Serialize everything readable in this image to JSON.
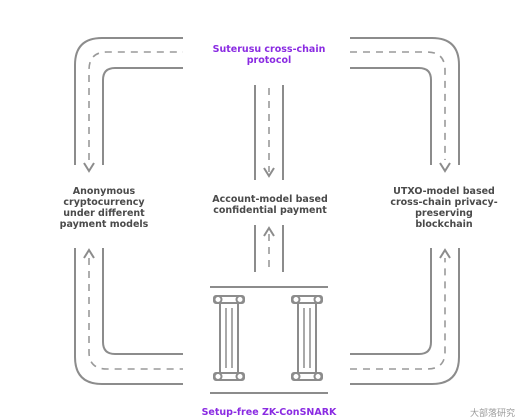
{
  "nodes": {
    "top": "Suterusu cross-chain protocol",
    "left": "Anonymous cryptocurrency under different payment models",
    "center": "Account-model based confidential payment",
    "right": "UTXO-model based cross-chain privacy-preserving blockchain",
    "bottom": "Setup-free ZK-ConSNARK"
  },
  "watermark": "大部落研究",
  "colors": {
    "line": "#8c8c8c",
    "dash": "#9a9a9a",
    "text": "#4a4a4a",
    "accent": "#8a2be2"
  }
}
